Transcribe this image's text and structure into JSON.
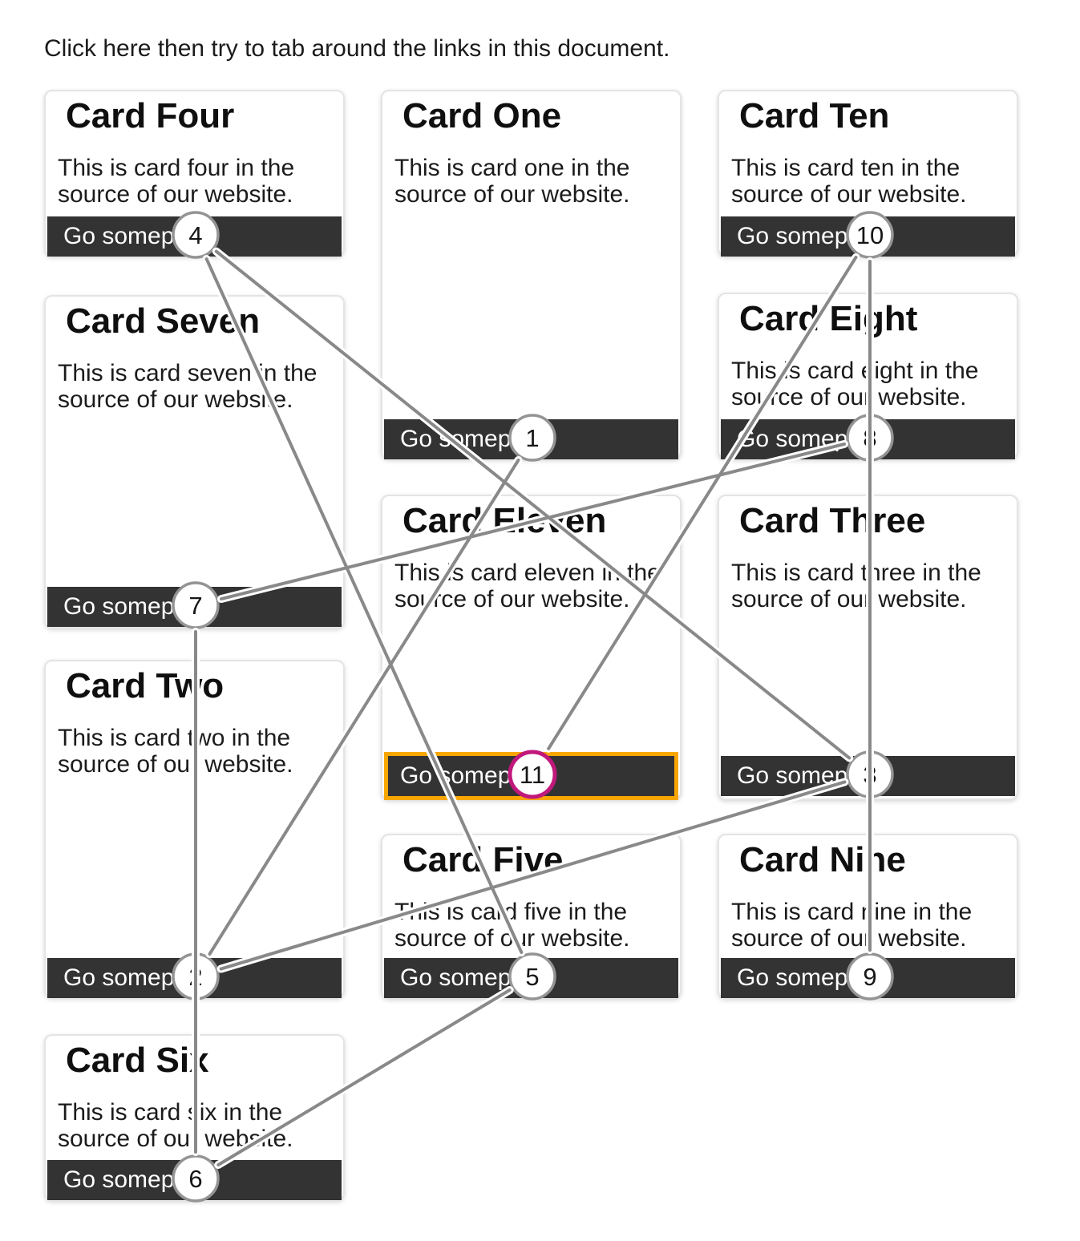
{
  "page": {
    "instruction": "Click here then try to tab around the links in this document."
  },
  "colors": {
    "focus_ring": "#f9a602",
    "focused_marker_border": "#c1187c",
    "marker_border": "#949494",
    "marker_fill": "#ffffff",
    "marker_number_color": "#161616",
    "line": "#898989",
    "line_casing": "#ffffff",
    "button_bg": "#333333",
    "button_text": "#ffffff",
    "card_border": "#e4e4e4"
  },
  "cards": [
    {
      "id": "four",
      "title": "Card Four",
      "body": "This is card four in the source of our website.",
      "link_label": "Go someplace",
      "tab_index": 4,
      "focused": false
    },
    {
      "id": "seven",
      "title": "Card Seven",
      "body": "This is card seven in the source of our website.",
      "link_label": "Go someplace",
      "tab_index": 7,
      "focused": false
    },
    {
      "id": "two",
      "title": "Card Two",
      "body": "This is card two in the source of our website.",
      "link_label": "Go someplace",
      "tab_index": 2,
      "focused": false
    },
    {
      "id": "six",
      "title": "Card Six",
      "body": "This is card six in the source of our website.",
      "link_label": "Go someplace",
      "tab_index": 6,
      "focused": false
    },
    {
      "id": "one",
      "title": "Card One",
      "body": "This is card one in the source of our website.",
      "link_label": "Go someplace",
      "tab_index": 1,
      "focused": false
    },
    {
      "id": "eleven",
      "title": "Card Eleven",
      "body": "This is card eleven in the source of our website.",
      "link_label": "Go someplace",
      "tab_index": 11,
      "focused": true
    },
    {
      "id": "five",
      "title": "Card Five",
      "body": "This is card five in the source of our website.",
      "link_label": "Go someplace",
      "tab_index": 5,
      "focused": false
    },
    {
      "id": "ten",
      "title": "Card Ten",
      "body": "This is card ten in the source of our website.",
      "link_label": "Go someplace",
      "tab_index": 10,
      "focused": false
    },
    {
      "id": "eight",
      "title": "Card Eight",
      "body": "This is card eight in the source of our website.",
      "link_label": "Go someplace",
      "tab_index": 8,
      "focused": false
    },
    {
      "id": "three",
      "title": "Card Three",
      "body": "This is card three in the source of our website.",
      "link_label": "Go someplace",
      "tab_index": 3,
      "focused": false
    },
    {
      "id": "nine",
      "title": "Card Nine",
      "body": "This is card nine in the source of our website.",
      "link_label": "Go someplace",
      "tab_index": 9,
      "focused": false
    }
  ],
  "tab_sequence": [
    1,
    2,
    3,
    4,
    5,
    6,
    7,
    8,
    9,
    10,
    11
  ]
}
